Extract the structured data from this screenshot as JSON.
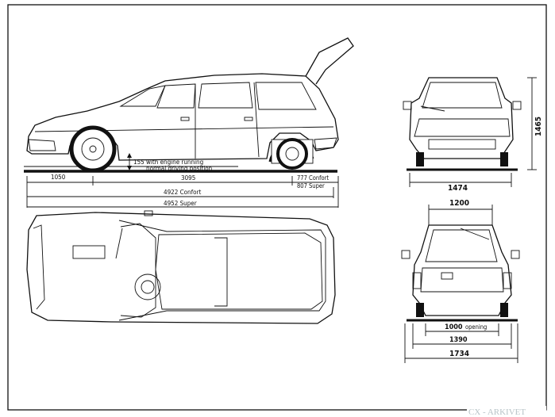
{
  "side_view": {
    "wheelbase": "3095",
    "front_overhang": "1050",
    "rear_overhang_confort": "777 Confort",
    "rear_overhang_super": "807 Super",
    "length_confort": "4922  Confort",
    "length_super": "4952  Super",
    "ground_clearance_note": "155 with engine running",
    "driving_position_note": "normal driving position"
  },
  "front_view": {
    "height": "1465",
    "track_front": "1474"
  },
  "rear_view": {
    "roof_width": "1200",
    "opening_value": "1000",
    "opening_label": "opening",
    "track_rear": "1390",
    "overall_width": "1734"
  },
  "watermark": "CX - ARKIVET"
}
